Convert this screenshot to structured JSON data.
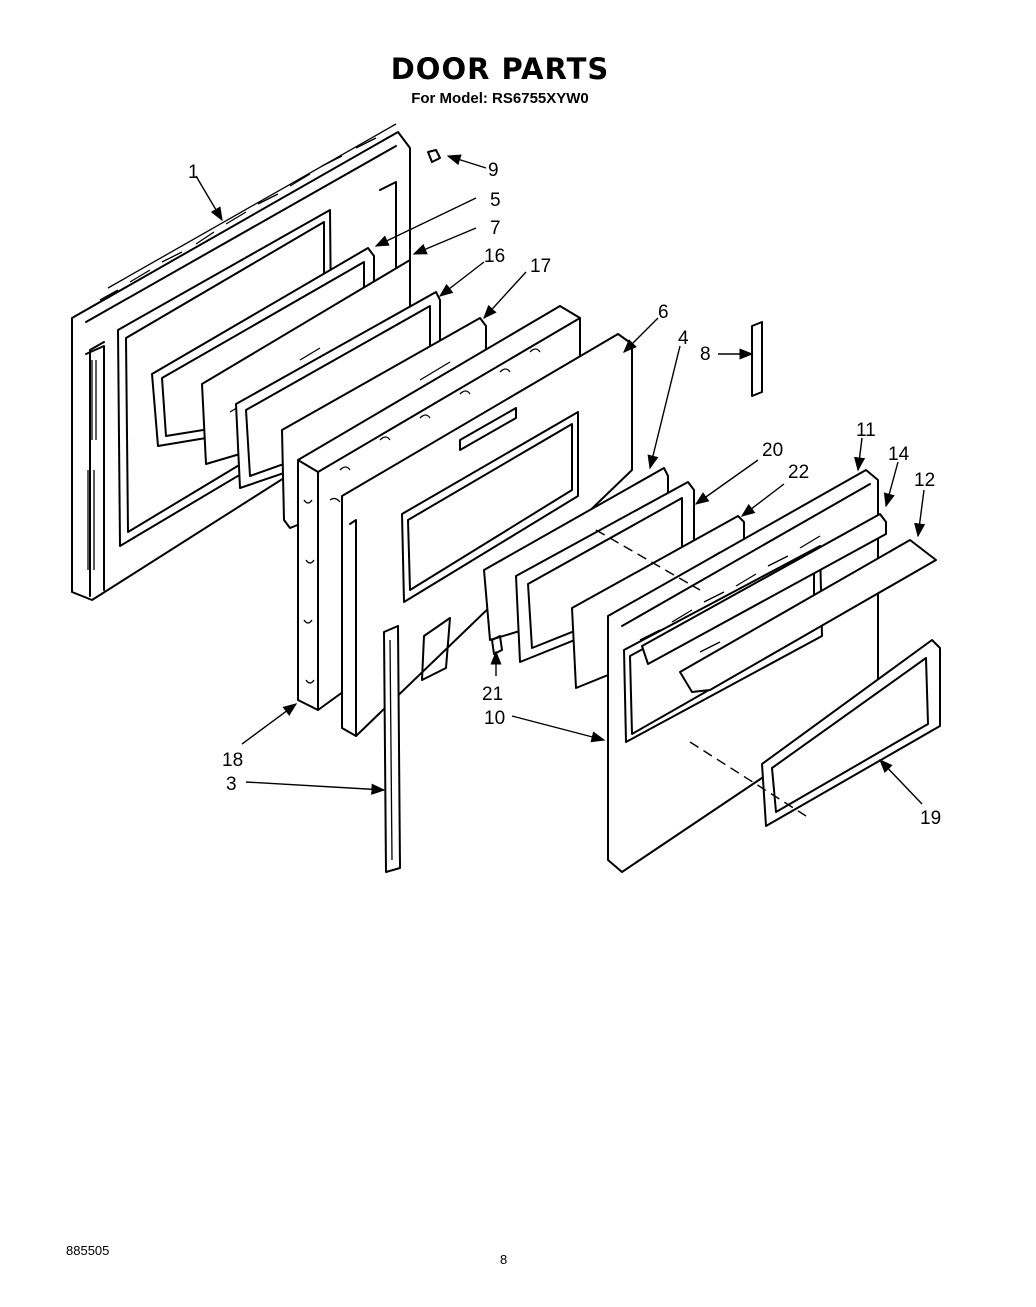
{
  "title": "DOOR PARTS",
  "model_line": "For Model: RS6755XYW0",
  "footer_code": "885505",
  "page_number": "8",
  "callouts": [
    "1",
    "5",
    "7",
    "9",
    "16",
    "17",
    "6",
    "4",
    "8",
    "20",
    "22",
    "11",
    "14",
    "12",
    "18",
    "3",
    "21",
    "10",
    "19"
  ]
}
